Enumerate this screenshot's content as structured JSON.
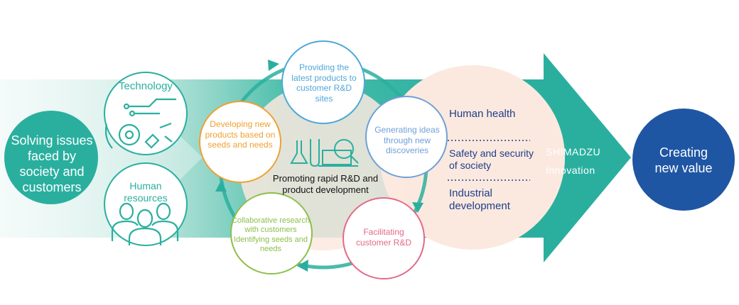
{
  "left_circle": {
    "text": "Solving issues faced by society and customers"
  },
  "technology": {
    "label": "Technology"
  },
  "human_resources": {
    "label": "Human resources"
  },
  "cycle": {
    "providing": "Providing the latest products to customer R&D sites",
    "generating": "Generating ideas through new discoveries",
    "facilitating": "Facilitating customer R&D",
    "collaborative": "Collaborative research with customers Identifying seeds and needs",
    "developing": "Developing new products based on seeds and needs",
    "center": "Promoting rapid R&D and product development"
  },
  "fields": {
    "human_health": "Human health",
    "safety": "Safety and security of society",
    "industrial": "Industrial development"
  },
  "arrow": {
    "line1": "SHIMADZU",
    "line2": "Innovation"
  },
  "right_circle": {
    "text": "Creating new value"
  },
  "colors": {
    "teal": "#2aaf9f",
    "dark_blue": "#1f56a3",
    "navy_text": "#1f3e8a",
    "peach": "#fbe9df",
    "orange": "#f0a030",
    "pink": "#e36a86",
    "green": "#8cbf4a",
    "sky": "#4fa8d8",
    "light_blue": "#6f9fd8"
  }
}
